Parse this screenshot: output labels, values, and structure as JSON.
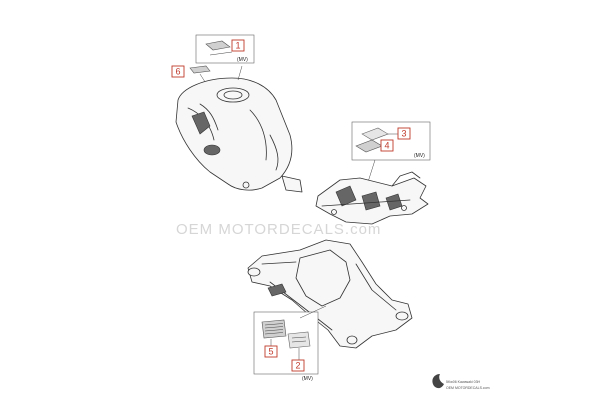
{
  "diagram": {
    "callouts": [
      "1",
      "2",
      "3",
      "4",
      "5",
      "6"
    ],
    "mv_labels": [
      "(MV)",
      "(MV)",
      "(MV)"
    ],
    "watermark": "OEM MOTORDECALS.com",
    "footer": {
      "line1": "5Kw06 Kawasaki 03H",
      "line2": "OEM MOTORDECALS.com"
    },
    "parts": [
      "fuel-tank",
      "seat-frame",
      "swingarm"
    ],
    "colors": {
      "callout": "#c0392b",
      "line": "#333333",
      "watermark": "#d6d6d6",
      "sticker": "#d0d0d0"
    }
  }
}
